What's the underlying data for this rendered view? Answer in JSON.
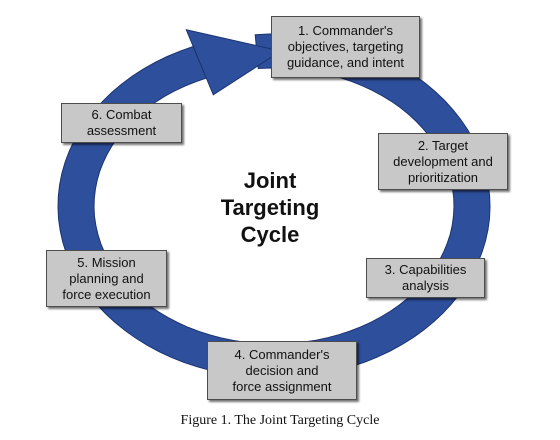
{
  "colors": {
    "ring": "#2e4f9c",
    "ring_edge": "#1c3470",
    "box_fill": "#c8c8c8",
    "box_border": "#4d4d4d"
  },
  "diagram": {
    "center_title": [
      "Joint",
      "Targeting",
      "Cycle"
    ],
    "steps": [
      {
        "lines": [
          "1.  Commander's",
          "objectives, targeting",
          "guidance, and intent"
        ]
      },
      {
        "lines": [
          "2.  Target",
          "development and",
          "prioritization"
        ]
      },
      {
        "lines": [
          "3.  Capabilities",
          "analysis"
        ]
      },
      {
        "lines": [
          "4.  Commander's",
          "decision and",
          "force assignment"
        ]
      },
      {
        "lines": [
          "5.  Mission",
          "planning and",
          "force execution"
        ]
      },
      {
        "lines": [
          "6.  Combat",
          "assessment"
        ]
      }
    ],
    "caption": "Figure 1. The Joint Targeting Cycle"
  }
}
